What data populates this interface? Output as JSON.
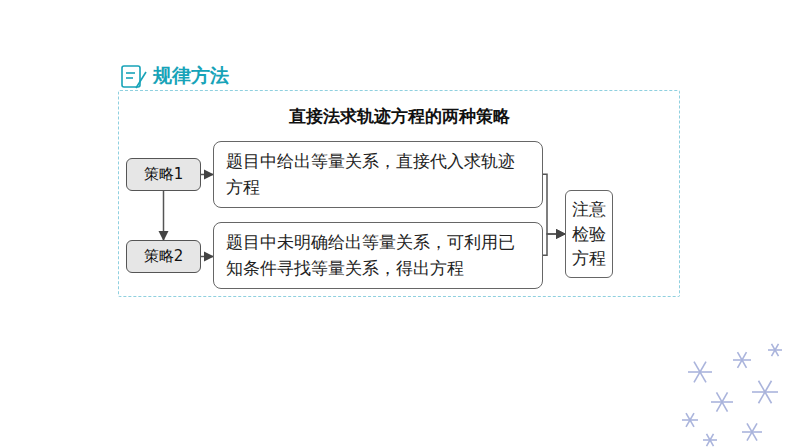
{
  "diagram": {
    "title": "直接法求轨迹方程的两种策略",
    "nodes": [
      {
        "text": [
          "规律方法"
        ]
      },
      {
        "text": [
          "策略1"
        ],
        "in": 0
      },
      {
        "text": [
          "题目中给出等量关系，直接代入求轨迹方程"
        ],
        "in": 0
      },
      {
        "text": [
          "策略2"
        ],
        "in": 0
      },
      {
        "text": [
          "题目中未明确给出等量关系，可利用已知条件寻找等量关系，得出方程"
        ],
        "in": 0
      },
      {
        "text": [
          "注意检验方程"
        ],
        "in": 0
      }
    ],
    "edges": [
      {
        "from": 1,
        "to": 2,
        "arrow": "to"
      },
      {
        "from": 1,
        "to": 3,
        "arrow": "to"
      },
      {
        "from": 3,
        "to": 4,
        "arrow": "to"
      },
      {
        "from": 2,
        "to": 5,
        "arrow": "to"
      },
      {
        "from": 4,
        "to": 5,
        "arrow": "to"
      }
    ]
  }
}
